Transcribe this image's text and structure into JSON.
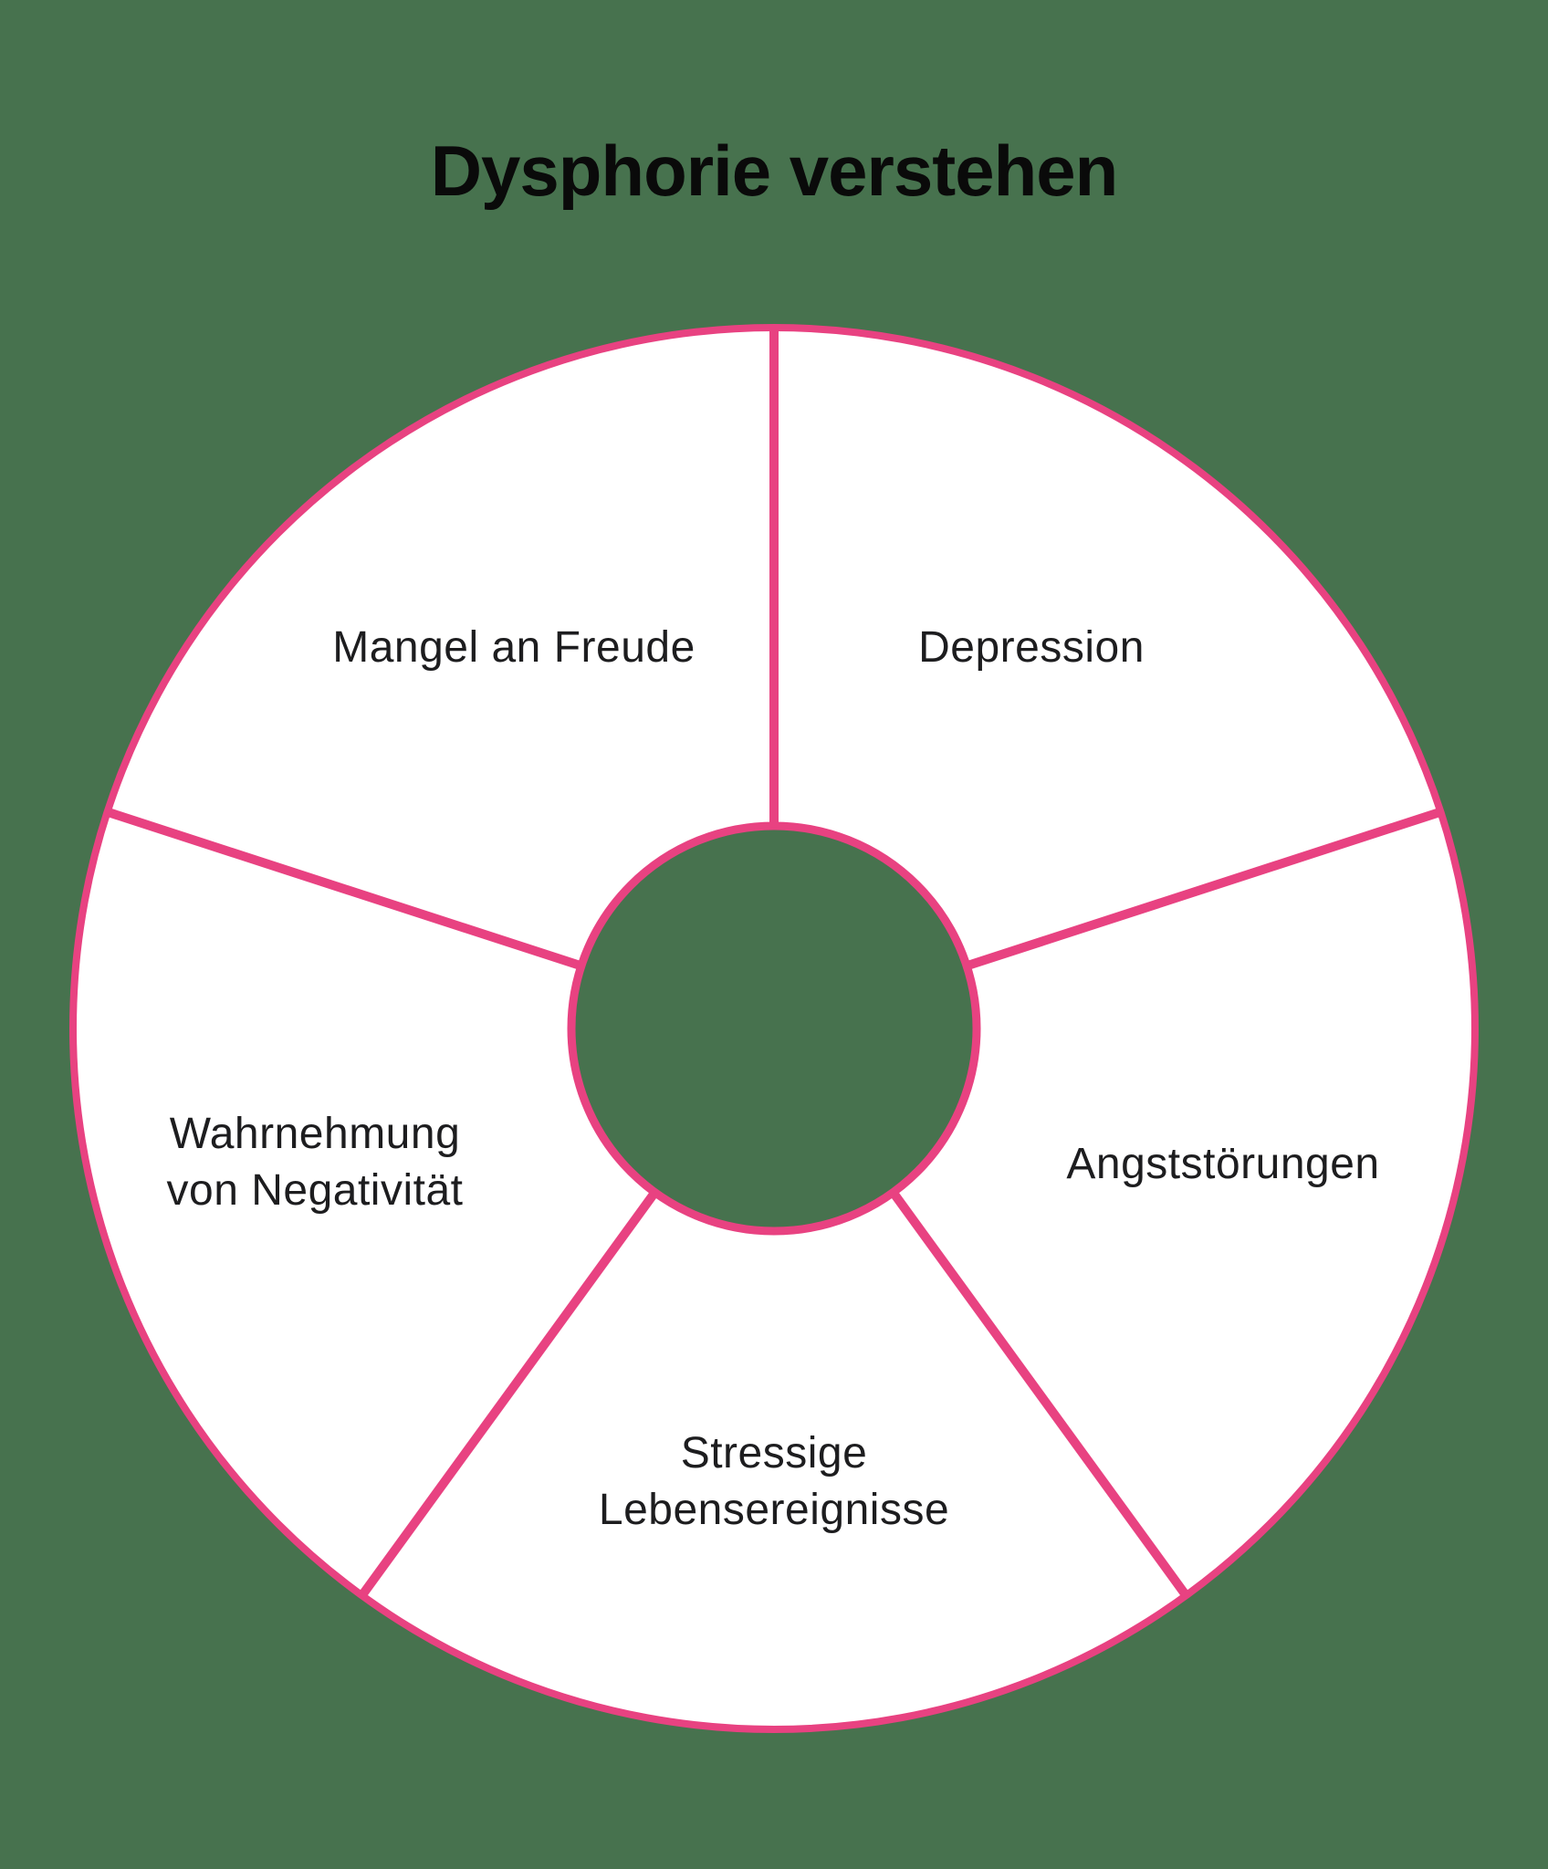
{
  "colors": {
    "bg": "#47724e",
    "accent": "#e84281",
    "segment-fill": "#ffffff",
    "text": "#1d1d1f",
    "title": "#0a0a0a"
  },
  "page": {
    "title": "Dysphorie verstehen"
  },
  "chart": {
    "type": "wheel-diagram",
    "segment_count": 5,
    "segments_equal": true,
    "segments": [
      {
        "id": "depression",
        "lines": [
          "Depression"
        ]
      },
      {
        "id": "angststoerungen",
        "lines": [
          "Angststörungen"
        ]
      },
      {
        "id": "stressige-lebensereignisse",
        "lines": [
          "Stressige",
          "Lebensereignisse"
        ]
      },
      {
        "id": "wahrnehmung-von-negativitaet",
        "lines": [
          "Wahrnehmung",
          "von Negativität"
        ]
      },
      {
        "id": "mangel-an-freude",
        "lines": [
          "Mangel an Freude"
        ]
      }
    ]
  }
}
